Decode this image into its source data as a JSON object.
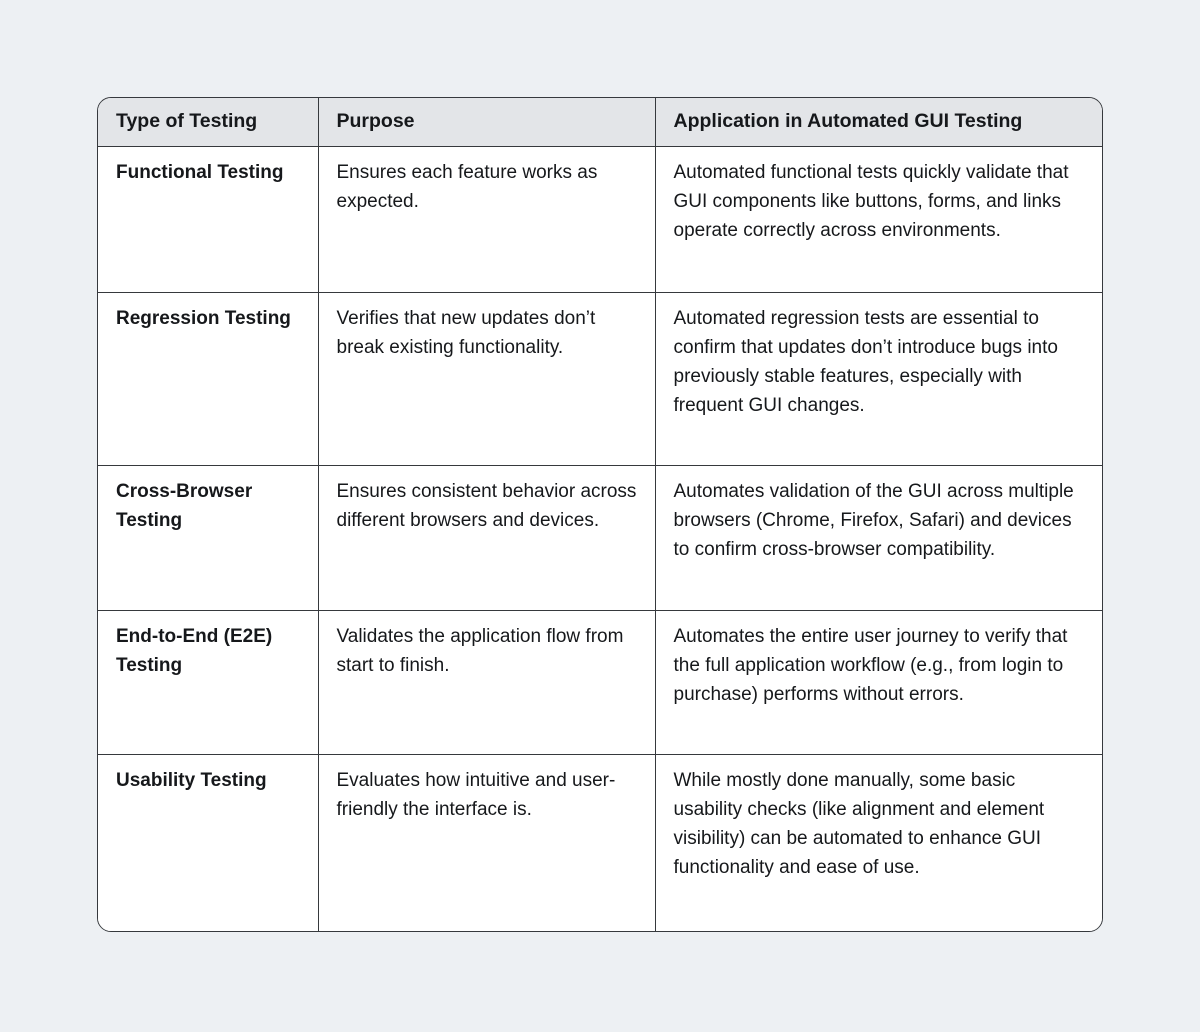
{
  "page": {
    "background_color": "#edf0f3",
    "table_background_color": "#ffffff",
    "header_background_color": "#e3e5e8",
    "border_color": "#36393d",
    "text_color": "#16181b"
  },
  "table": {
    "headers": [
      "Type of Testing",
      "Purpose",
      "Application in Automated GUI Testing"
    ],
    "rows": [
      {
        "type": "Functional Testing",
        "purpose": "Ensures each feature works as expected.",
        "application": "Automated functional tests quickly validate that GUI components like buttons, forms, and links operate correctly across environments."
      },
      {
        "type": "Regression Testing",
        "purpose": "Verifies that new updates don’t break existing functionality.",
        "application": "Automated regression tests are essential to confirm that updates don’t introduce bugs into previously stable features, especially with frequent GUI changes."
      },
      {
        "type": "Cross-Browser Testing",
        "purpose": "Ensures consistent behavior across different browsers and devices.",
        "application": "Automates validation of the GUI across multiple browsers (Chrome, Firefox, Safari) and devices to confirm cross-browser compatibility."
      },
      {
        "type": "End-to-End (E2E) Testing",
        "purpose": "Validates the application flow from start to finish.",
        "application": "Automates the entire user journey to verify that the full application workflow (e.g., from login to purchase) performs without errors."
      },
      {
        "type": "Usability Testing",
        "purpose": "Evaluates how intuitive and user-friendly the interface is.",
        "application": "While mostly done manually, some basic usability checks (like alignment and element visibility) can be automated to enhance GUI functionality and ease of use."
      }
    ]
  }
}
